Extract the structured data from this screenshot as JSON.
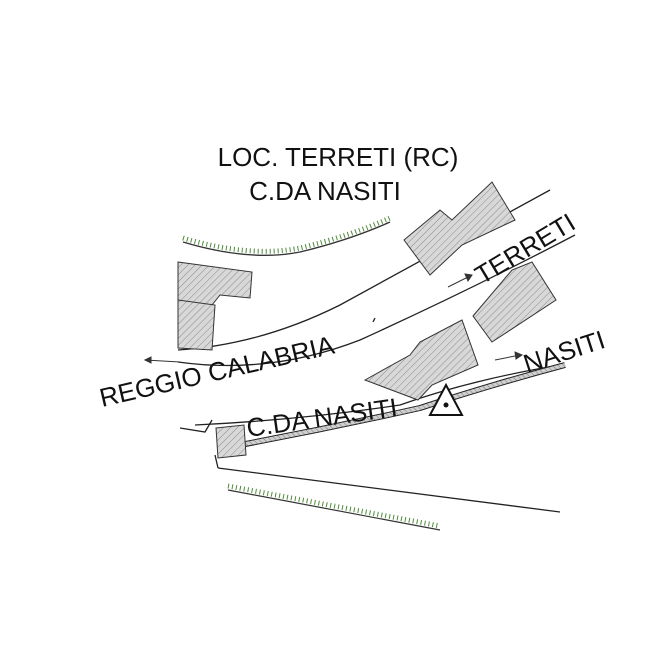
{
  "map": {
    "title_line1": "LOC. TERRETI (RC)",
    "title_line2": "C.DA NASITI",
    "labels": {
      "terreti": "TERRETI",
      "reggio_calabria": "REGGIO CALABRIA",
      "nasiti": "NASITI",
      "cda_nasiti": "C.DA NASITI"
    },
    "colors": {
      "line": "#222222",
      "building_fill": "#d3d3d3",
      "hatch": "#8a8a8a",
      "vegetation": "#4f8a3a"
    },
    "symbols": {
      "site_marker": "triangle-point-marker"
    }
  }
}
